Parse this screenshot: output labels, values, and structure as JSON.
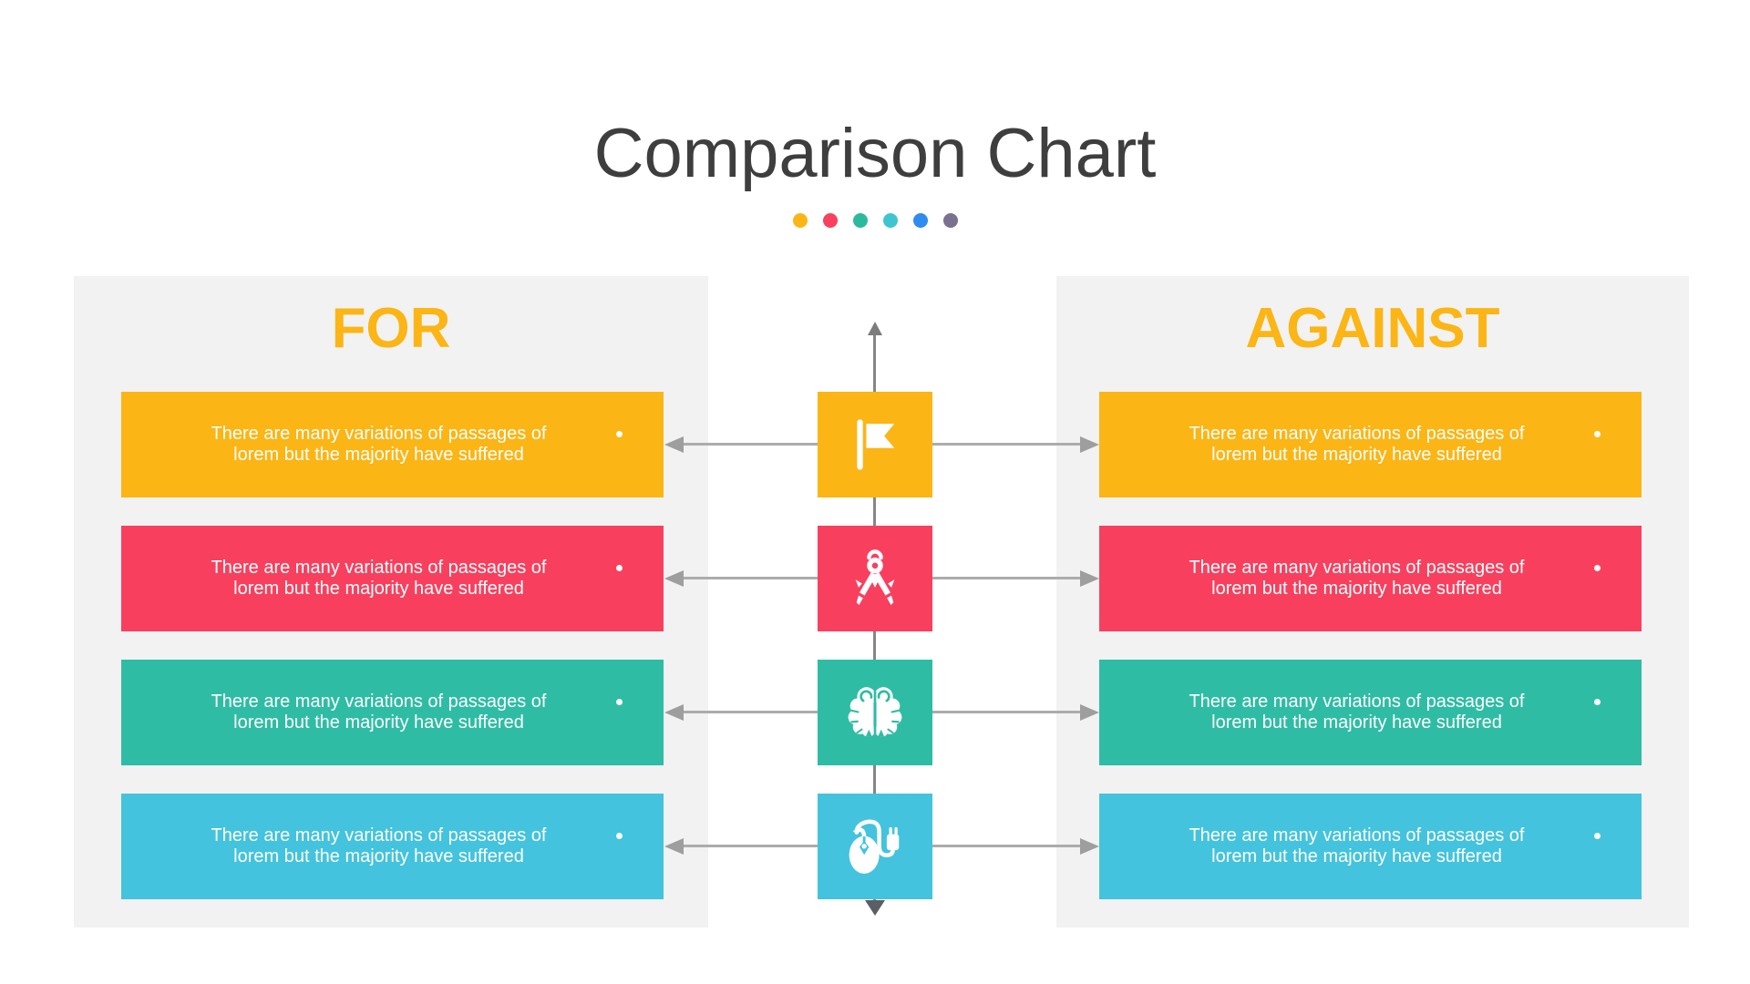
{
  "title": "Comparison Chart",
  "accent_dots": [
    "#FBB515",
    "#F8415E",
    "#2BBA9E",
    "#3FC5D0",
    "#2F8BEF",
    "#7A7090"
  ],
  "left_column": {
    "heading": "FOR"
  },
  "right_column": {
    "heading": "AGAINST"
  },
  "rows": [
    {
      "icon": "flag",
      "color": "#FBB515",
      "left": {
        "line1": "There are many variations of passages of",
        "line2": "lorem but the majority have suffered"
      },
      "right": {
        "line1": "There are many variations of passages of",
        "line2": "lorem but the majority have suffered"
      }
    },
    {
      "icon": "drafting-compass",
      "color": "#F8405E",
      "left": {
        "line1": "There are many variations of passages of",
        "line2": "lorem but the majority have suffered"
      },
      "right": {
        "line1": "There are many variations of passages of",
        "line2": "lorem but the majority have suffered"
      }
    },
    {
      "icon": "brain",
      "color": "#2FBCA4",
      "left": {
        "line1": "There are many variations of passages of",
        "line2": "lorem but the majority have suffered"
      },
      "right": {
        "line1": "There are many variations of passages of",
        "line2": "lorem but the majority have suffered"
      }
    },
    {
      "icon": "computer-mouse",
      "color": "#43C3DD",
      "left": {
        "line1": "There are many variations of passages of",
        "line2": "lorem but the majority have suffered"
      },
      "right": {
        "line1": "There are many variations of passages of",
        "line2": "lorem but the majority have suffered"
      }
    }
  ]
}
